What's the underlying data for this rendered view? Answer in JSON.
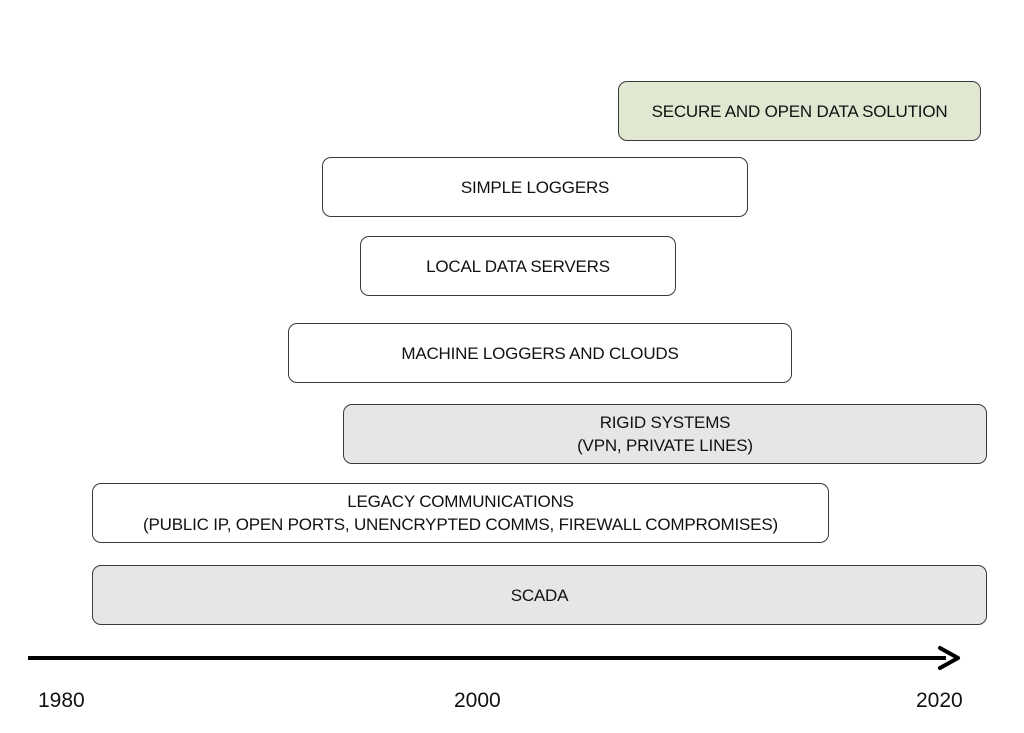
{
  "diagram": {
    "bars": {
      "secure_open_data": {
        "lines": [
          "SECURE AND OPEN DATA SOLUTION"
        ],
        "fill": "#e0e8d2"
      },
      "simple_loggers": {
        "lines": [
          "SIMPLE LOGGERS"
        ],
        "fill": "#ffffff"
      },
      "local_data_servers": {
        "lines": [
          "LOCAL DATA SERVERS"
        ],
        "fill": "#ffffff"
      },
      "machine_loggers": {
        "lines": [
          "MACHINE LOGGERS AND CLOUDS"
        ],
        "fill": "#ffffff"
      },
      "rigid_systems": {
        "lines": [
          "RIGID SYSTEMS",
          "(VPN, PRIVATE LINES)"
        ],
        "fill": "#e6e6e6"
      },
      "legacy_comms": {
        "lines": [
          "LEGACY COMMUNICATIONS",
          "(PUBLIC IP, OPEN PORTS, UNENCRYPTED COMMS, FIREWALL COMPROMISES)"
        ],
        "fill": "#ffffff"
      },
      "scada": {
        "lines": [
          "SCADA"
        ],
        "fill": "#e6e6e6"
      }
    },
    "timeline": {
      "ticks": [
        "1980",
        "2000",
        "2020"
      ],
      "arrow_icon": "arrow-right-icon"
    },
    "colors": {
      "border": "#3a3a3a",
      "gray_fill": "#e6e6e6",
      "green_fill": "#e0e8d2",
      "axis": "#000000"
    }
  }
}
